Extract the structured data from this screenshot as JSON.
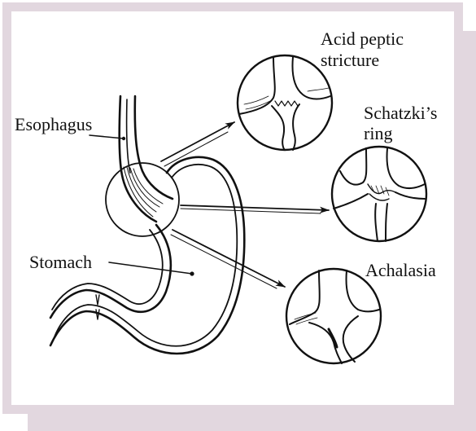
{
  "labels": {
    "esophagus": "Esophagus",
    "stomach": "Stomach",
    "acid_peptic_line1": "Acid peptic",
    "acid_peptic_line2": "stricture",
    "schatzki_line1": "Schatzki’s",
    "schatzki_line2": "ring",
    "achalasia": "Achalasia"
  },
  "colors": {
    "frame": "#e2d7df",
    "ink": "#111111",
    "background": "#ffffff"
  }
}
